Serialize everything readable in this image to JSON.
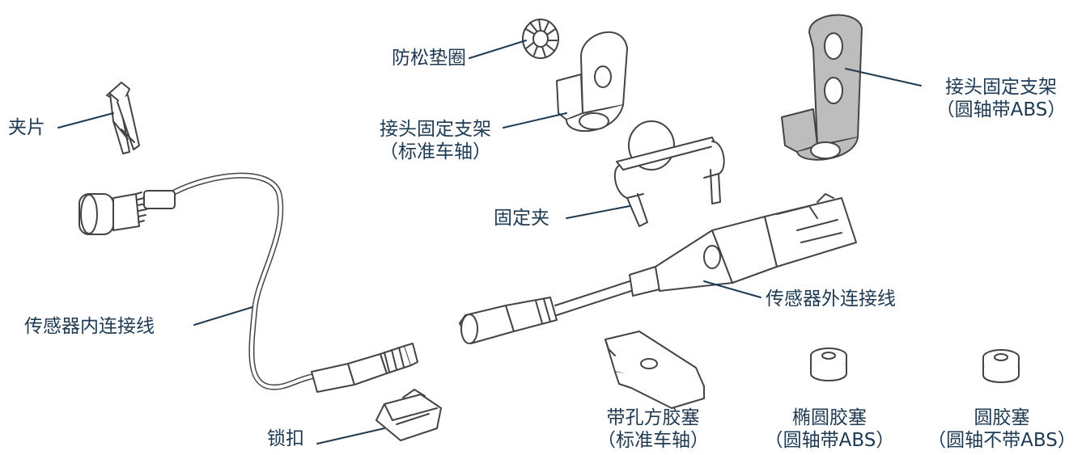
{
  "labels": {
    "clip": "夹片",
    "anti_loose_washer": "防松垫圈",
    "bracket_standard": {
      "line1": "接头固定支架",
      "line2": "（标准车轴）"
    },
    "bracket_round_abs": {
      "line1": "接头固定支架",
      "line2": "（圆轴带ABS）"
    },
    "retaining_clip": "固定夹",
    "inner_cable": "传感器内连接线",
    "outer_cable": "传感器外连接线",
    "lock_buckle": "锁扣",
    "square_plug": {
      "line1": "带孔方胶塞",
      "line2": "（标准车轴）"
    },
    "oval_plug": {
      "line1": "椭圆胶塞",
      "line2": "（圆轴带ABS）"
    },
    "round_plug": {
      "line1": "圆胶塞",
      "line2": "（圆轴不带ABS）"
    }
  },
  "colors": {
    "label_text": "#1e3a52",
    "leader_line": "#1e3a52",
    "part_outline": "#444444",
    "part_fill": "#ffffff",
    "abs_bracket_fill": "#bdbdbd"
  }
}
